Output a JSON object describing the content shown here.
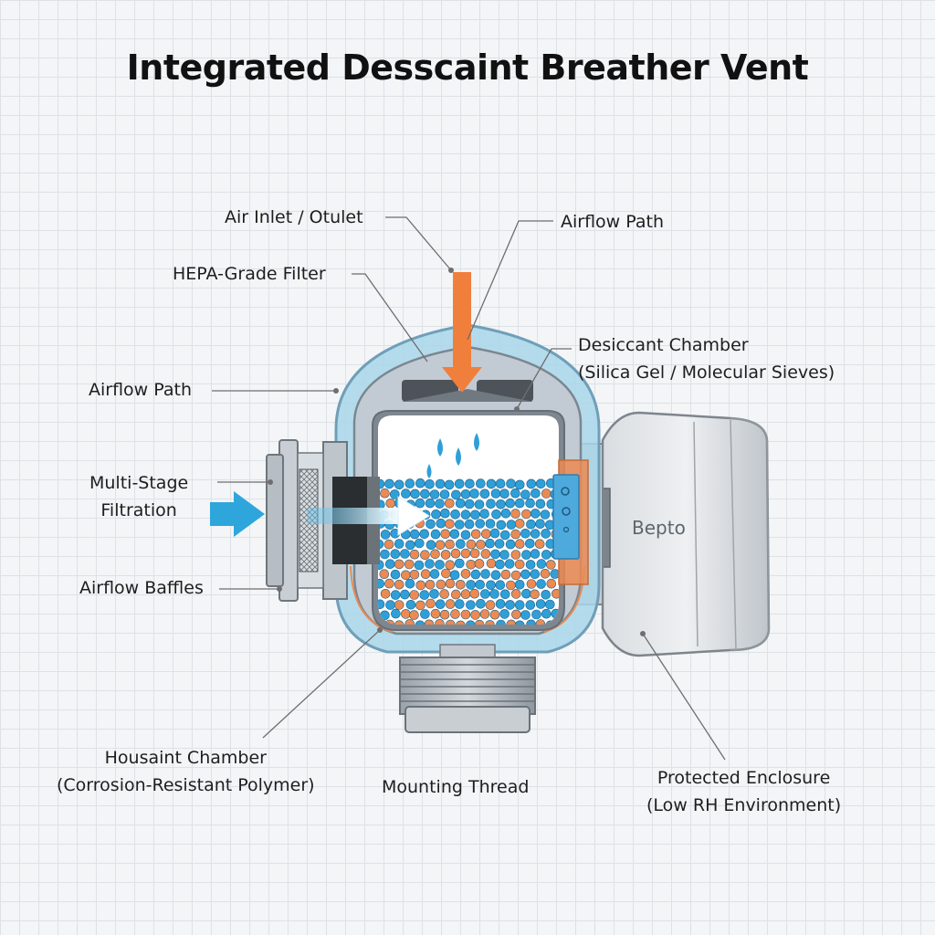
{
  "title": "Integrated Desscaint Breather Vent",
  "brand": "Bepto",
  "labels": {
    "air_inlet": "Air Inlet / Otulet",
    "airflow_path_top": "Airflow Path",
    "hepa_filter": "HEPA-Grade Filter",
    "desiccant_chamber": "Desiccant Chamber",
    "desiccant_media": "(Silica Gel / Molecular Sieves)",
    "airflow_path_left": "Airflow Path",
    "multi_stage_1": "Multi-Stage",
    "multi_stage_2": "Filtration",
    "airflow_baffles": "Airflow Baffles",
    "housing_1": "Housaint Chamber",
    "housing_2": "(Corrosion-Resistant Polymer)",
    "mounting_thread": "Mounting Thread",
    "enclosure_1": "Protected Enclosure",
    "enclosure_2": "(Low RH Environment)"
  },
  "colors": {
    "housing_blue": "#a8d6ea",
    "housing_stroke": "#6f9fb8",
    "inner_gray": "#b9c0c7",
    "bead_blue": "#2f9fd8",
    "bead_orange": "#ec8a52",
    "arrow_orange": "#f07f3c",
    "arrow_blue": "#2ea6dc",
    "leader": "#6e6e6e"
  }
}
